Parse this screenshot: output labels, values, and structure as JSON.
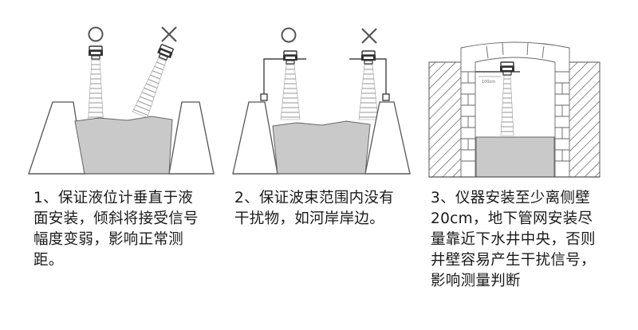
{
  "panels": [
    {
      "caption": "1、保证液位计垂直于液面安装，倾斜将接受信号幅度变弱，影响正常测距。",
      "marks": [
        "correct-circle",
        "wrong-cross"
      ]
    },
    {
      "caption": "2、保证波束范围内没有干扰物，如河岸岸边。",
      "marks": [
        "correct-circle",
        "wrong-cross"
      ]
    },
    {
      "caption": "3、仪器安装至少离侧壁 20cm，地下管网安装尽量靠近下水井中央，否则井壁容易产生干扰信号，影响测量判断",
      "dimension_label": "100cm"
    }
  ],
  "colors": {
    "liquid": "#c9c9c9",
    "outline": "#555555",
    "text": "#1a1a1a"
  }
}
